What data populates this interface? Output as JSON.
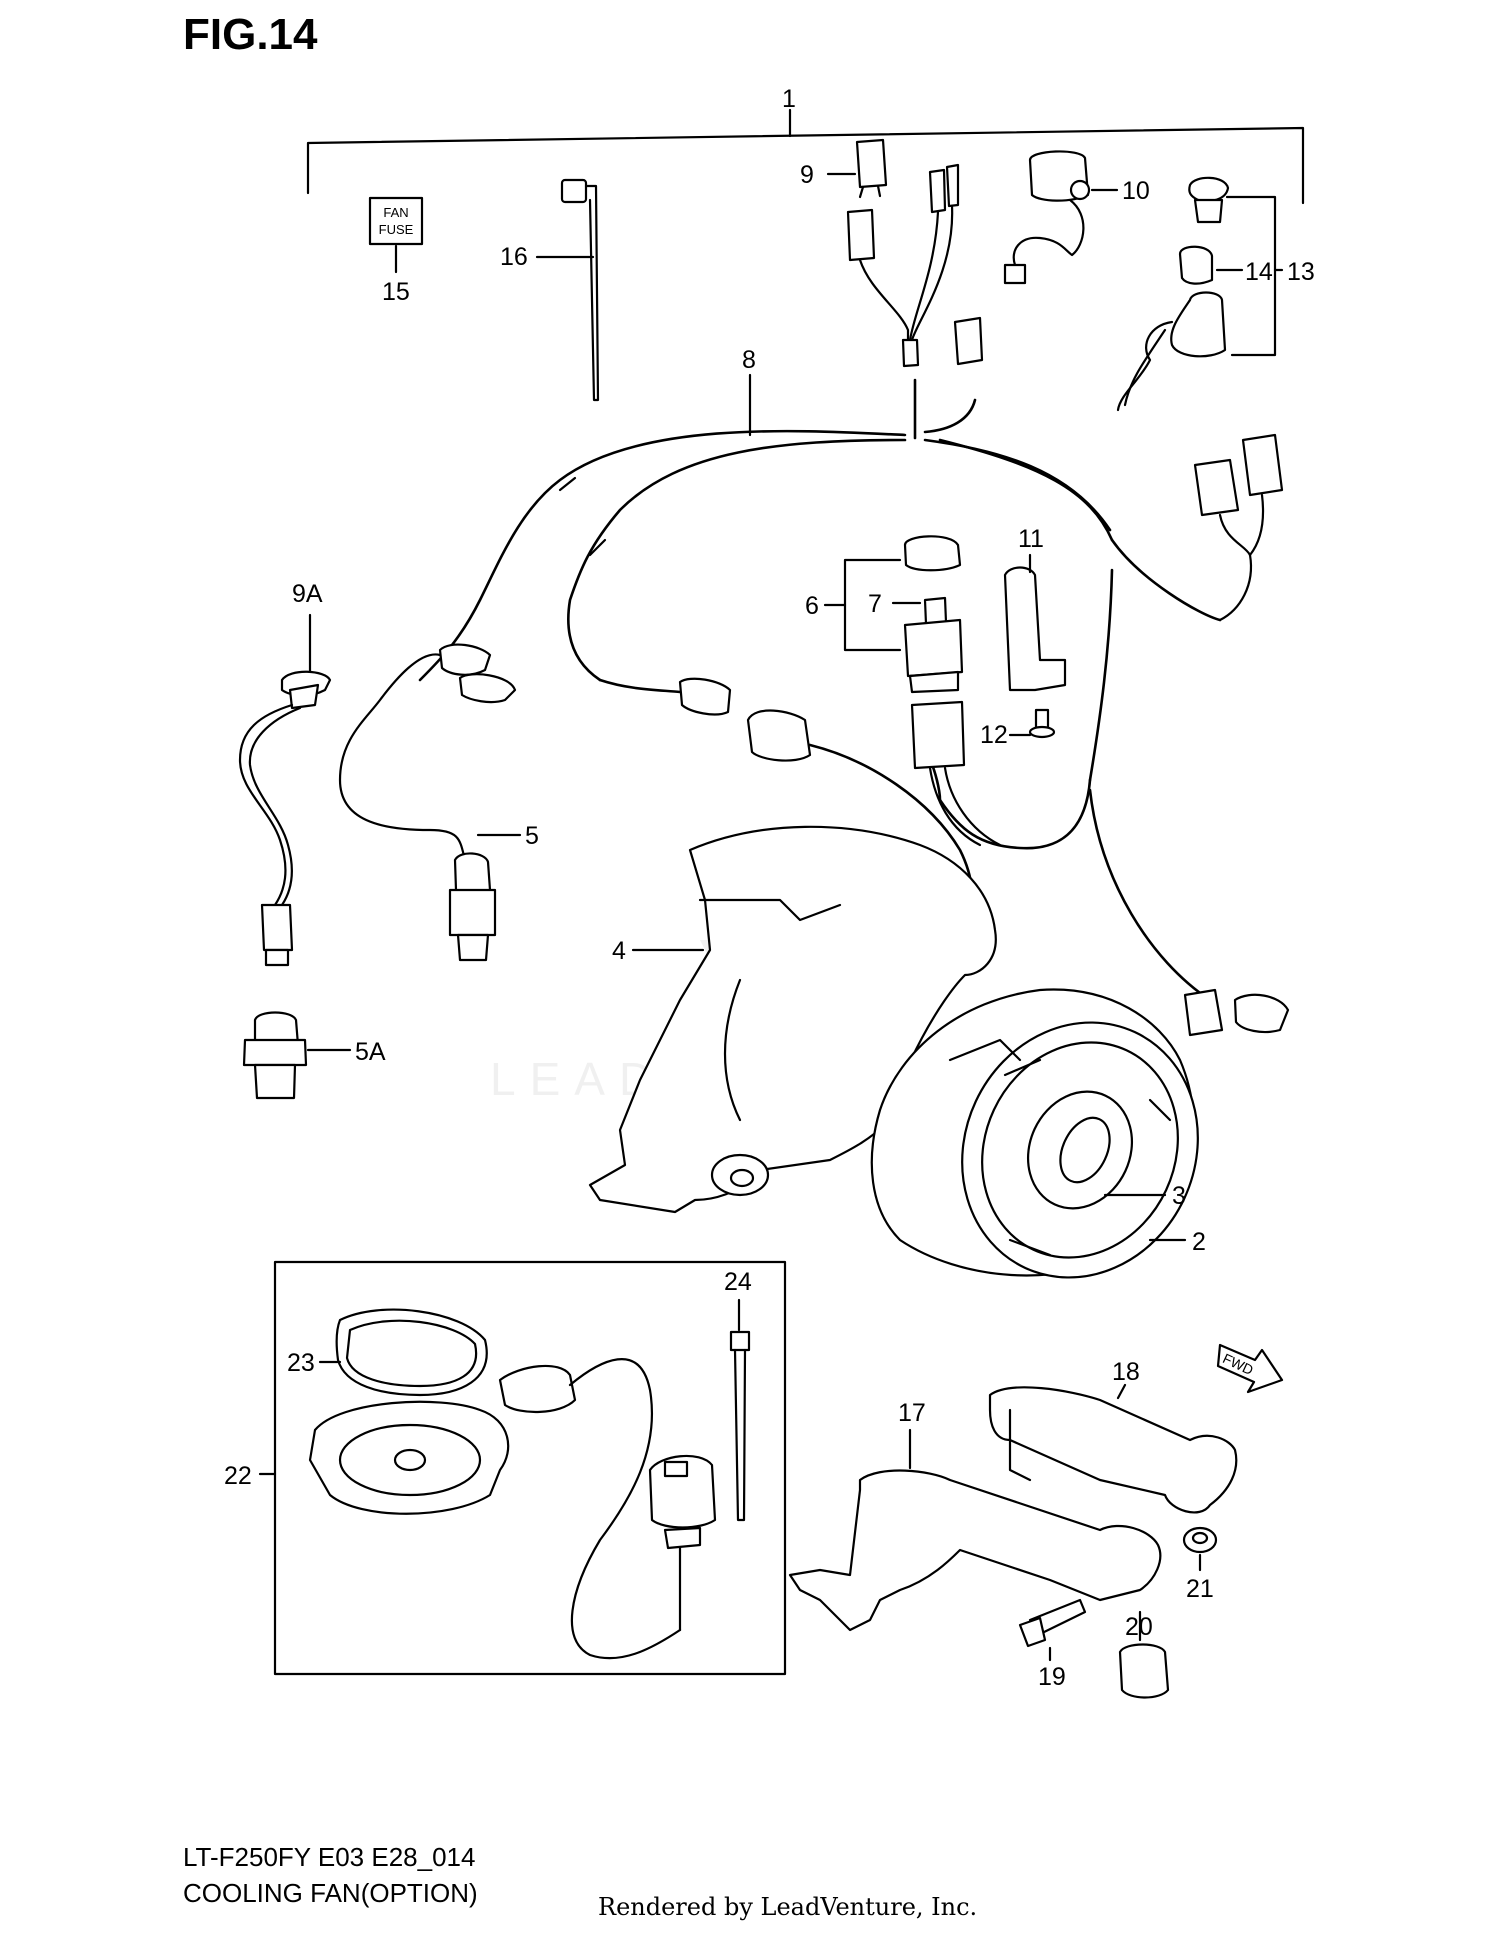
{
  "figure": {
    "title": "FIG.14",
    "model": "LT-F250FY E03 E28_014",
    "caption": "COOLING FAN(OPTION)",
    "rendered_by": "Rendered by LeadVenture, Inc.",
    "watermark": "LEADVENTURE"
  },
  "parts": {
    "p1": "1",
    "p2": "2",
    "p3": "3",
    "p4": "4",
    "p5": "5",
    "p5a": "5A",
    "p6": "6",
    "p7": "7",
    "p8": "8",
    "p9": "9",
    "p9a": "9A",
    "p10": "10",
    "p11": "11",
    "p12": "12",
    "p13": "13",
    "p14": "14",
    "p15": "15",
    "p16": "16",
    "p17": "17",
    "p18": "18",
    "p19": "19",
    "p20": "20",
    "p21": "21",
    "p22": "22",
    "p23": "23",
    "p24": "24"
  },
  "fuse_label": {
    "line1": "FAN",
    "line2": "FUSE"
  },
  "fwd_label": "FWD"
}
